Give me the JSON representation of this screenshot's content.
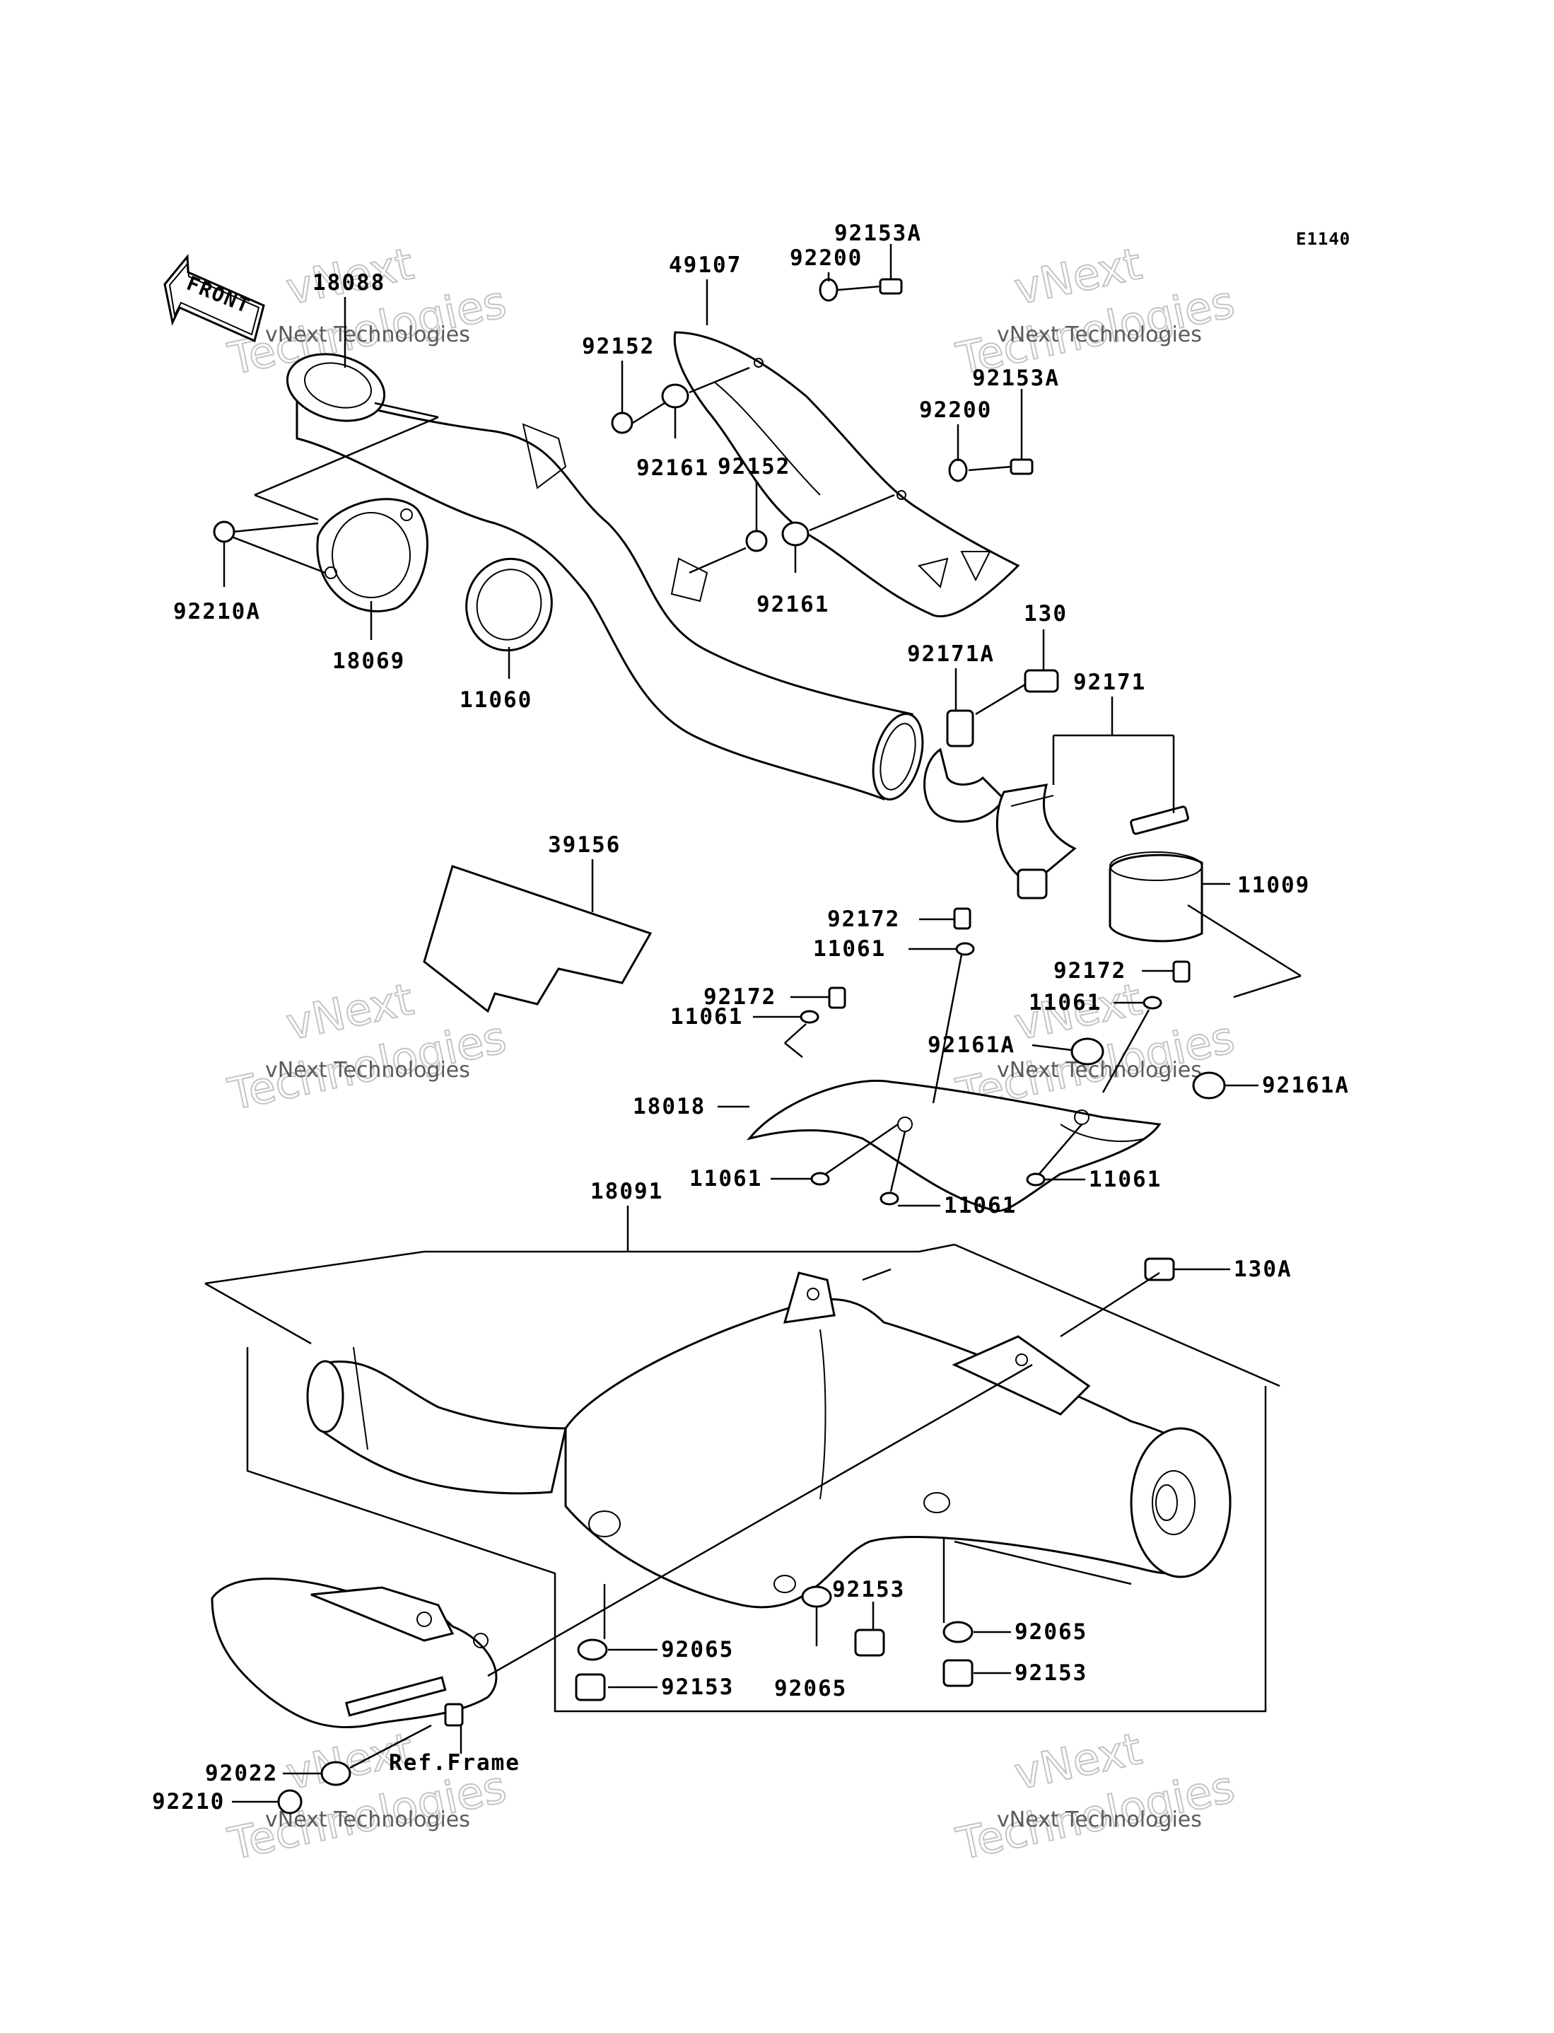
{
  "diagram": {
    "code": "E1140",
    "front_label": "FRONT",
    "ref_frame_label": "Ref.Frame",
    "watermark_line1": "vNext Technologies",
    "watermark_line2": "vNext",
    "watermark_line3": "Technologies",
    "part_labels": [
      "18088",
      "49107",
      "92200",
      "92153A",
      "92152",
      "92161",
      "92200",
      "92153A",
      "92152",
      "92161",
      "92210A",
      "18069",
      "11060",
      "130",
      "92171A",
      "92171",
      "39156",
      "11009",
      "92172",
      "11061",
      "92172",
      "92172",
      "11061",
      "11061",
      "92161A",
      "92161A",
      "18018",
      "11061",
      "11061",
      "11061",
      "18091",
      "130A",
      "92065",
      "92153",
      "92153",
      "92065",
      "92065",
      "92153",
      "92022",
      "92210"
    ]
  }
}
